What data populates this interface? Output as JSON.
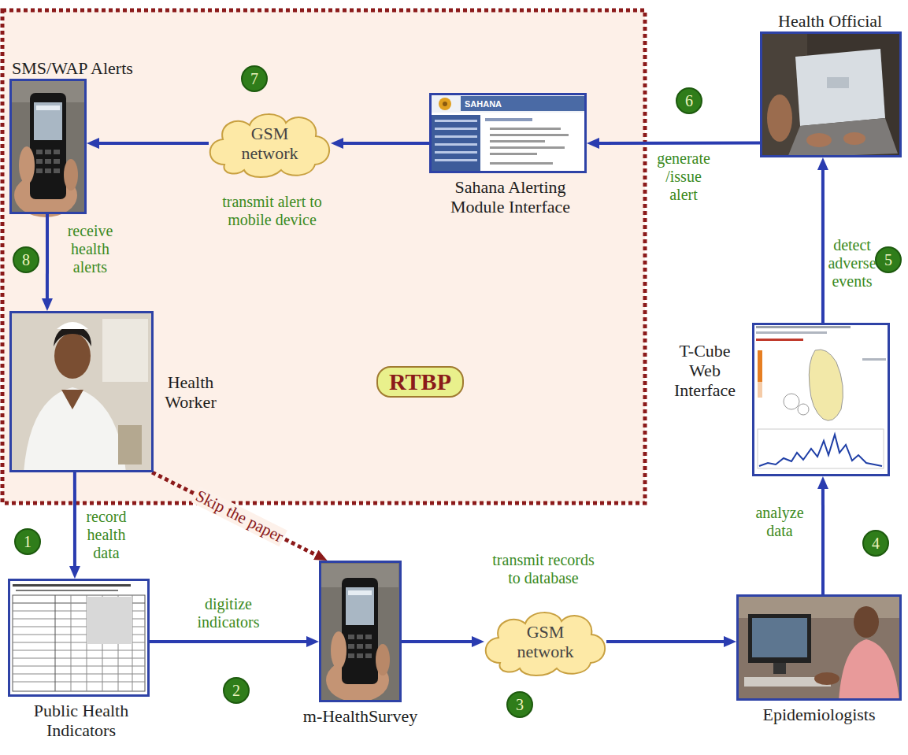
{
  "diagram": {
    "nodes": [
      {
        "text": [
          "RTBP"
        ]
      },
      {
        "text": [
          "SMS/WAP Alerts"
        ],
        "in": 0
      },
      {
        "text": [
          "GSM network"
        ],
        "in": 0
      },
      {
        "text": [
          "Sahana Alerting Module Interface"
        ],
        "in": 0
      },
      {
        "text": [
          "Health Official"
        ]
      },
      {
        "text": [
          "Health Worker"
        ],
        "in": 0
      },
      {
        "text": [
          "T-Cube Web Interface"
        ]
      },
      {
        "text": [
          "Public Health Indicators"
        ]
      },
      {
        "text": [
          "m-HealthSurvey"
        ]
      },
      {
        "text": [
          "GSM network"
        ]
      },
      {
        "text": [
          "Epidemiologists"
        ]
      }
    ],
    "edges": [
      {
        "from": 4,
        "to": 3,
        "arrow": "to"
      },
      {
        "from": 3,
        "to": 2,
        "arrow": "to"
      },
      {
        "from": 2,
        "to": 1,
        "arrow": "to"
      },
      {
        "from": 1,
        "to": 5,
        "arrow": "to"
      },
      {
        "from": 5,
        "to": 7,
        "arrow": "to"
      },
      {
        "from": 7,
        "to": 8,
        "arrow": "to"
      },
      {
        "from": 8,
        "to": 9,
        "arrow": "to"
      },
      {
        "from": 9,
        "to": 10,
        "arrow": "to"
      },
      {
        "from": 10,
        "to": 6,
        "arrow": "to"
      },
      {
        "from": 6,
        "to": 4,
        "arrow": "to"
      },
      {
        "from": 5,
        "to": 8,
        "label": "Skip the paper",
        "arrow": "to"
      }
    ],
    "labels": [
      "7",
      "transmit alert to mobile device",
      "6",
      "generate /issue alert",
      "8",
      "receive health alerts",
      "5",
      "detect adverse events",
      "1",
      "record health data",
      "4",
      "analyze data",
      "digitize indicators",
      "transmit records to database",
      "2",
      "3",
      "SAHANA"
    ]
  }
}
